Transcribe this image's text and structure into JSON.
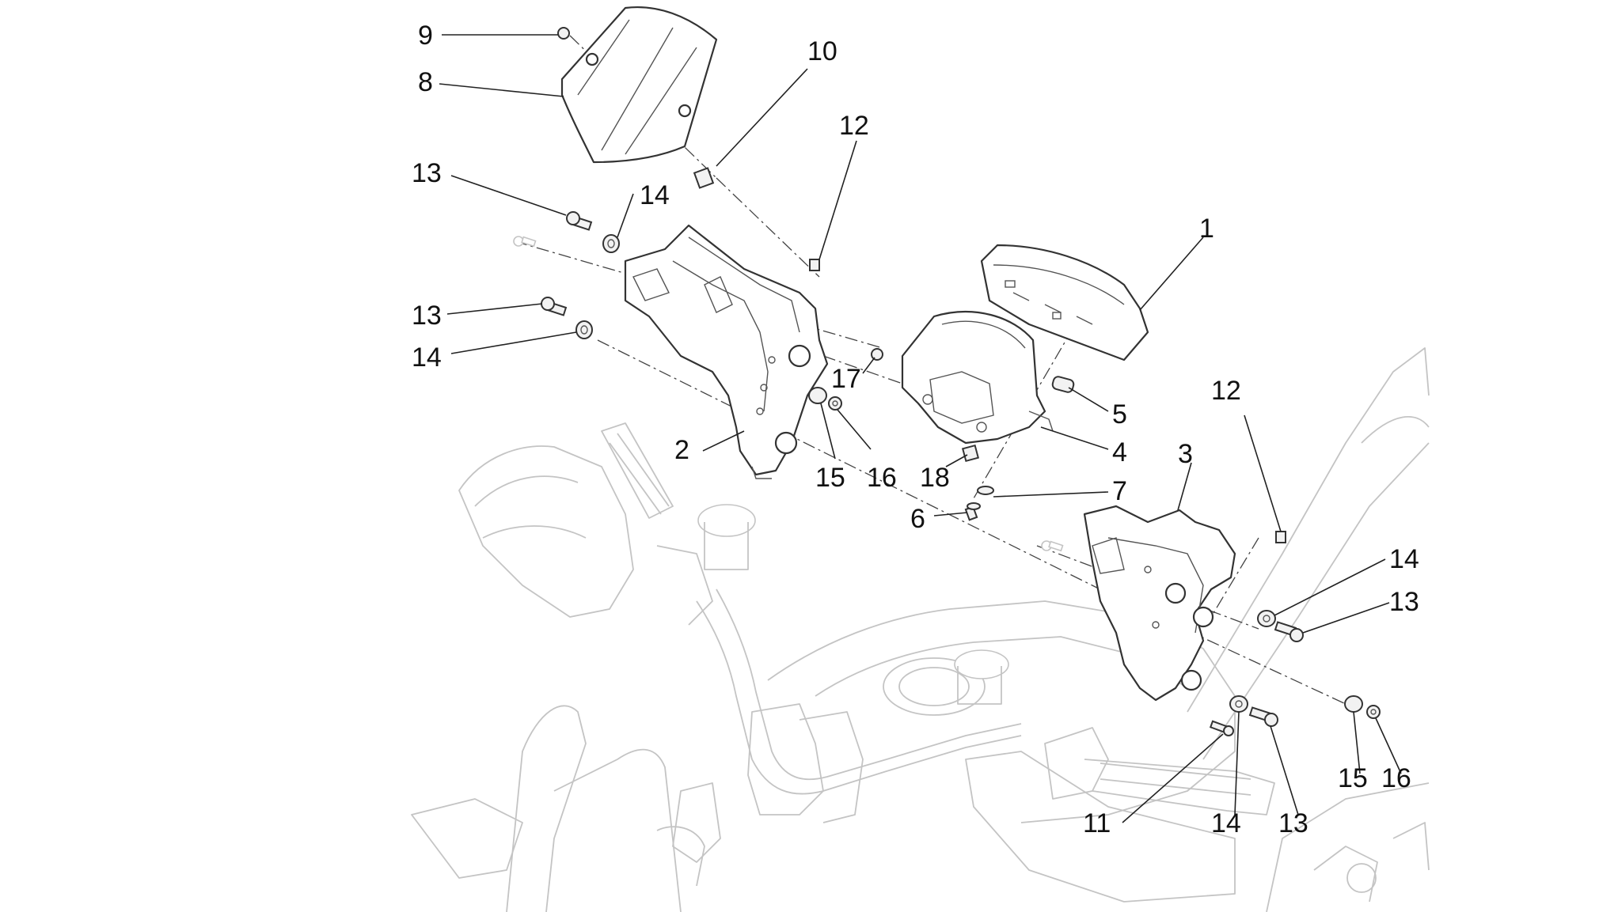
{
  "callouts": {
    "c1": "1",
    "c2": "2",
    "c3": "3",
    "c4": "4",
    "c5": "5",
    "c6": "6",
    "c7": "7",
    "c8": "8",
    "c9": "9",
    "c10": "10",
    "c11": "11",
    "c12a": "12",
    "c12b": "12",
    "c13a": "13",
    "c13b": "13",
    "c13c": "13",
    "c13d": "13",
    "c14a": "14",
    "c14b": "14",
    "c14c": "14",
    "c14d": "14",
    "c15a": "15",
    "c15b": "15",
    "c16a": "16",
    "c16b": "16",
    "c17": "17",
    "c18": "18"
  }
}
